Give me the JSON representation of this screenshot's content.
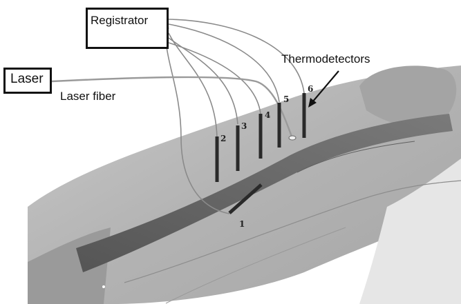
{
  "labels": {
    "registrator": "Registrator",
    "laser": "Laser",
    "laser_fiber": "Laser fiber",
    "thermodetectors": "Thermodetectors"
  },
  "probes": [
    {
      "number": "1"
    },
    {
      "number": "2"
    },
    {
      "number": "3"
    },
    {
      "number": "4"
    },
    {
      "number": "5"
    },
    {
      "number": "6"
    }
  ],
  "colors": {
    "background": "#ffffff",
    "tissue": "#b8b8b8",
    "vessel": "#6f6f6f",
    "wire": "#8a8a8a",
    "probe": "#2a2a2a",
    "box_border": "#111111"
  }
}
